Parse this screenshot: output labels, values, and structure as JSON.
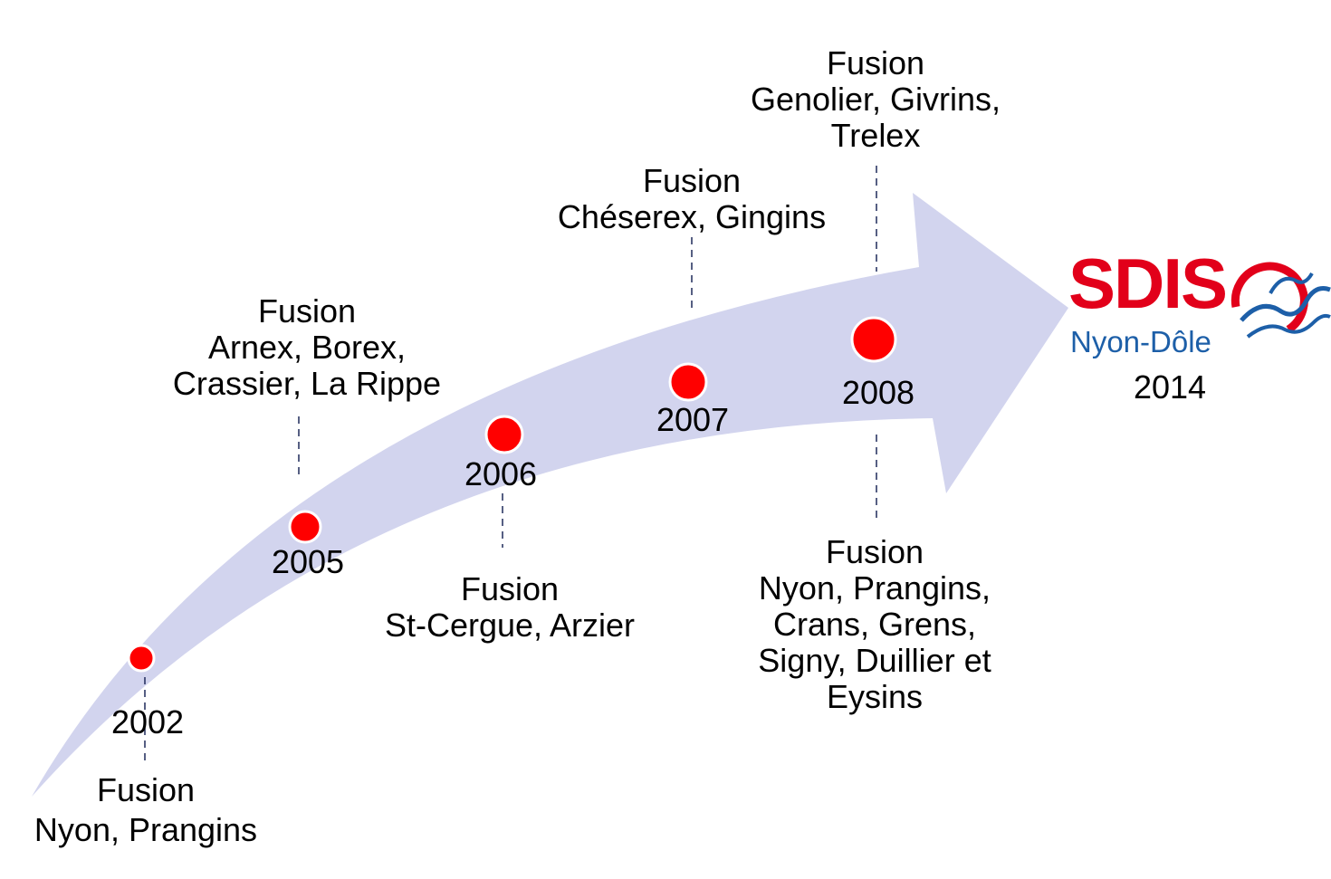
{
  "colors": {
    "arrow": "#d2d4ee",
    "dot": "#ff0000",
    "dot_border": "#ffffff",
    "connector": "#1f2a5a",
    "logo_red": "#e2001a",
    "logo_blue": "#1d5fa8"
  },
  "milestones": [
    {
      "year": "2002",
      "fusion_label": "Fusion",
      "communes": [
        "Nyon, Prangins"
      ]
    },
    {
      "year": "2005",
      "fusion_label": "Fusion",
      "communes": [
        "Arnex, Borex,",
        "Crassier, La Rippe"
      ]
    },
    {
      "year": "2006",
      "fusion_label": "Fusion",
      "communes": [
        "St-Cergue, Arzier"
      ]
    },
    {
      "year": "2007",
      "fusion_label": "Fusion",
      "communes": [
        "Chéserex, Gingins"
      ]
    },
    {
      "year": "2008",
      "fusion_label": "Fusion",
      "communes": [
        "Genolier, Givrins,",
        "Trelex"
      ]
    },
    {
      "year": "2008",
      "fusion_label": "Fusion",
      "communes": [
        "Nyon, Prangins,",
        "Crans, Grens,",
        "Signy, Duillier et",
        "Eysins"
      ]
    }
  ],
  "logo": {
    "brand": "SDIS",
    "subtitle": "Nyon-Dôle",
    "year": "2014",
    "icon": "flame-bird-logo-icon"
  }
}
